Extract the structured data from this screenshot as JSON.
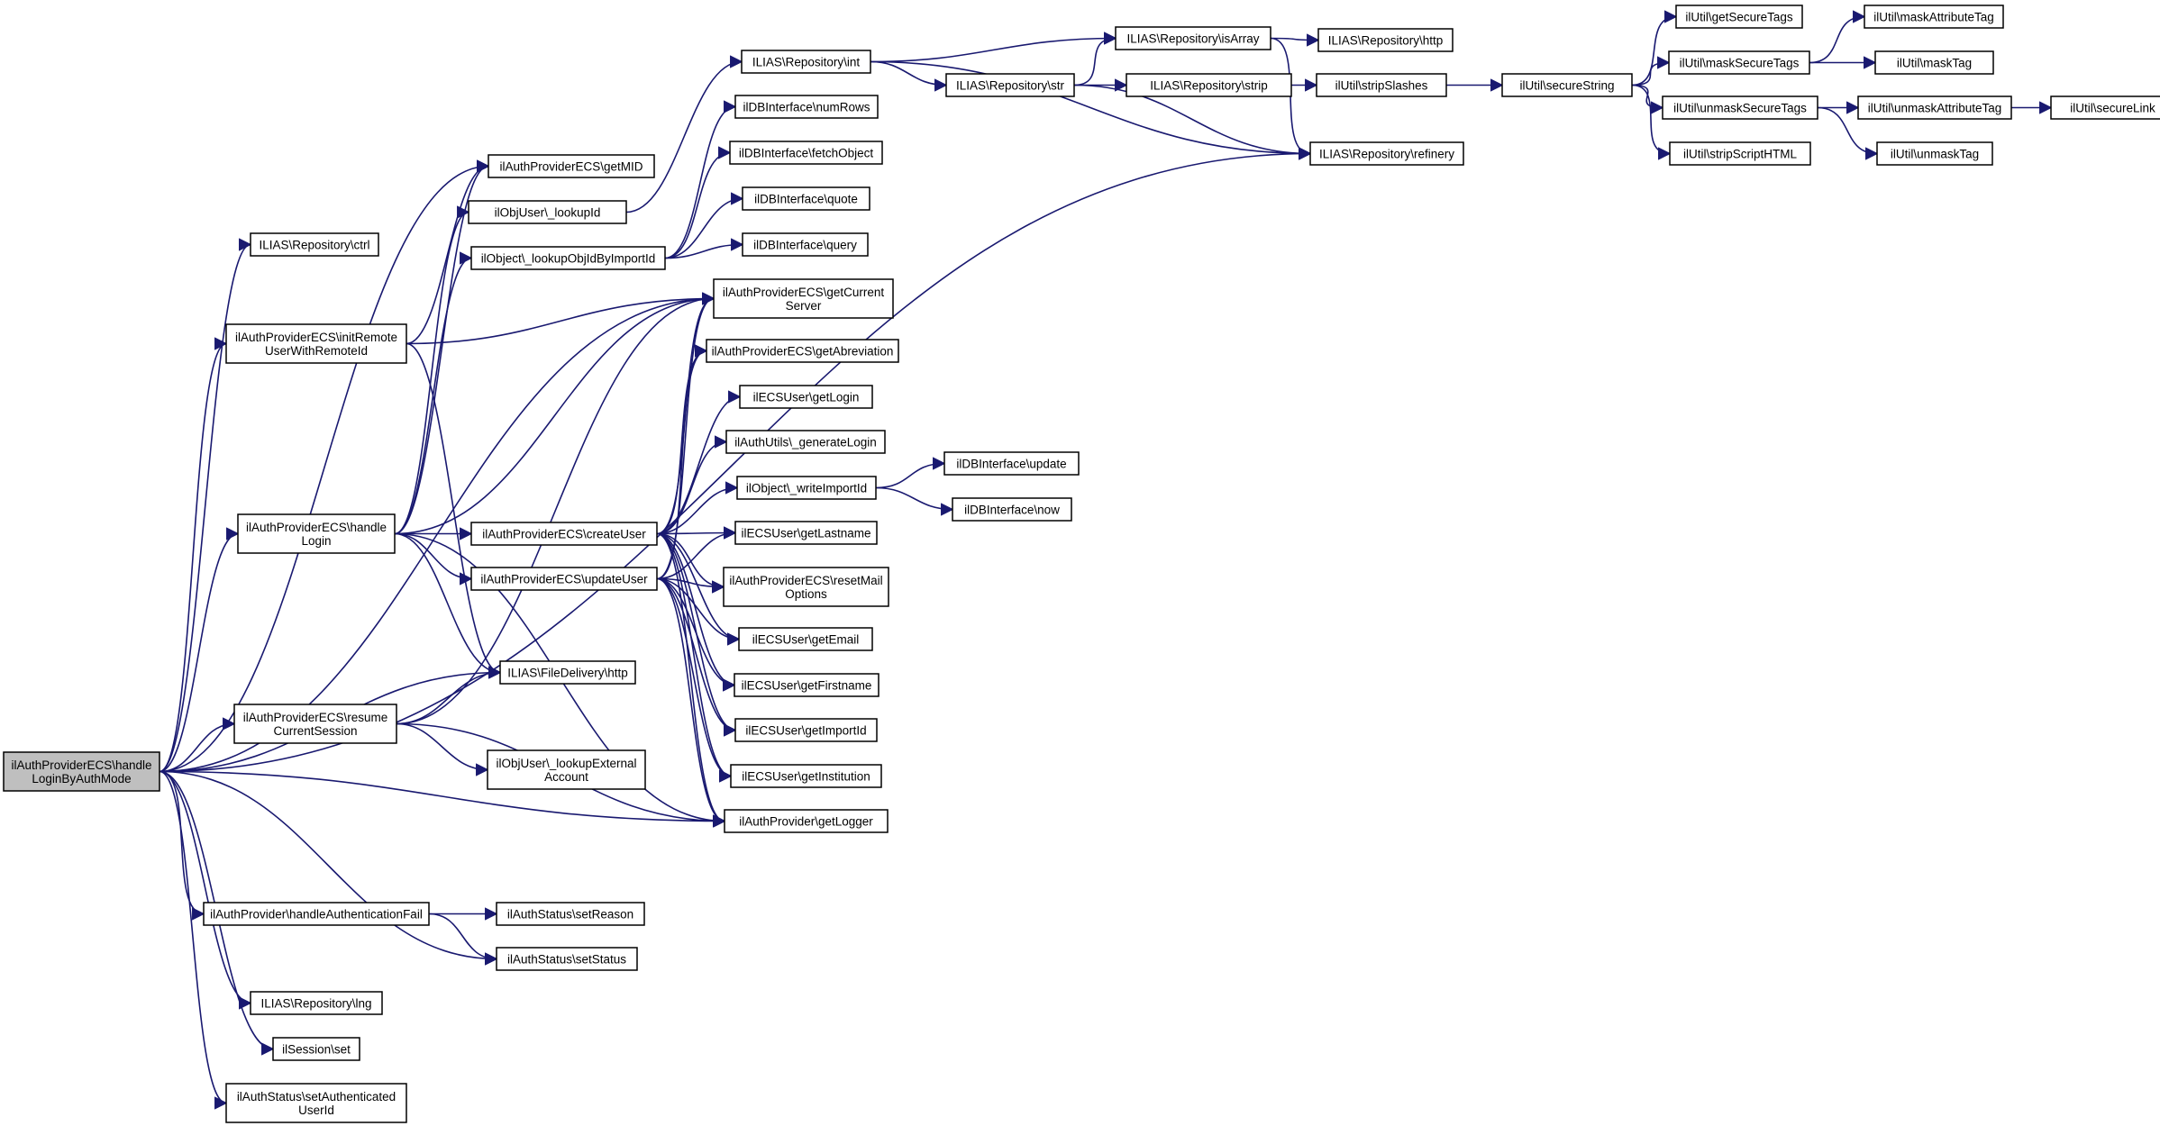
{
  "graph": {
    "root": "n_root",
    "colors": {
      "edge": "#191970",
      "node_border": "#000000",
      "root_fill": "#bfbfbf",
      "node_fill": "#ffffff"
    },
    "nodes": [
      {
        "id": "n_root",
        "lines": [
          "ilAuthProviderECS\\handle",
          "LoginByAuthMode"
        ]
      },
      {
        "id": "n_ctrl",
        "lines": [
          "ILIAS\\Repository\\ctrl"
        ]
      },
      {
        "id": "n_initRemote",
        "lines": [
          "ilAuthProviderECS\\initRemote",
          "UserWithRemoteId"
        ]
      },
      {
        "id": "n_handleLogin",
        "lines": [
          "ilAuthProviderECS\\handle",
          "Login"
        ]
      },
      {
        "id": "n_resume",
        "lines": [
          "ilAuthProviderECS\\resume",
          "CurrentSession"
        ]
      },
      {
        "id": "n_handleFail",
        "lines": [
          "ilAuthProvider\\handleAuthenticationFail"
        ]
      },
      {
        "id": "n_lng",
        "lines": [
          "ILIAS\\Repository\\lng"
        ]
      },
      {
        "id": "n_sessionSet",
        "lines": [
          "ilSession\\set"
        ]
      },
      {
        "id": "n_setAuthUserId",
        "lines": [
          "ilAuthStatus\\setAuthenticated",
          "UserId"
        ]
      },
      {
        "id": "n_getMID",
        "lines": [
          "ilAuthProviderECS\\getMID"
        ]
      },
      {
        "id": "n_lookupId",
        "lines": [
          "ilObjUser\\_lookupId"
        ]
      },
      {
        "id": "n_lookupObjId",
        "lines": [
          "ilObject\\_lookupObjIdByImportId"
        ]
      },
      {
        "id": "n_createUser",
        "lines": [
          "ilAuthProviderECS\\createUser"
        ]
      },
      {
        "id": "n_updateUser",
        "lines": [
          "ilAuthProviderECS\\updateUser"
        ]
      },
      {
        "id": "n_fileHttp",
        "lines": [
          "ILIAS\\FileDelivery\\http"
        ]
      },
      {
        "id": "n_lookupExt",
        "lines": [
          "ilObjUser\\_lookupExternal",
          "Account"
        ]
      },
      {
        "id": "n_setReason",
        "lines": [
          "ilAuthStatus\\setReason"
        ]
      },
      {
        "id": "n_setStatus",
        "lines": [
          "ilAuthStatus\\setStatus"
        ]
      },
      {
        "id": "n_repInt",
        "lines": [
          "ILIAS\\Repository\\int"
        ]
      },
      {
        "id": "n_numRows",
        "lines": [
          "ilDBInterface\\numRows"
        ]
      },
      {
        "id": "n_fetchObject",
        "lines": [
          "ilDBInterface\\fetchObject"
        ]
      },
      {
        "id": "n_quote",
        "lines": [
          "ilDBInterface\\quote"
        ]
      },
      {
        "id": "n_query",
        "lines": [
          "ilDBInterface\\query"
        ]
      },
      {
        "id": "n_getCurServer",
        "lines": [
          "ilAuthProviderECS\\getCurrent",
          "Server"
        ]
      },
      {
        "id": "n_getAbbrev",
        "lines": [
          "ilAuthProviderECS\\getAbreviation"
        ]
      },
      {
        "id": "n_getLogin",
        "lines": [
          "ilECSUser\\getLogin"
        ]
      },
      {
        "id": "n_genLogin",
        "lines": [
          "ilAuthUtils\\_generateLogin"
        ]
      },
      {
        "id": "n_writeImport",
        "lines": [
          "ilObject\\_writeImportId"
        ]
      },
      {
        "id": "n_getLastname",
        "lines": [
          "ilECSUser\\getLastname"
        ]
      },
      {
        "id": "n_resetMail",
        "lines": [
          "ilAuthProviderECS\\resetMail",
          "Options"
        ]
      },
      {
        "id": "n_getEmail",
        "lines": [
          "ilECSUser\\getEmail"
        ]
      },
      {
        "id": "n_getFirstname",
        "lines": [
          "ilECSUser\\getFirstname"
        ]
      },
      {
        "id": "n_getImportId",
        "lines": [
          "ilECSUser\\getImportId"
        ]
      },
      {
        "id": "n_getInstitution",
        "lines": [
          "ilECSUser\\getInstitution"
        ]
      },
      {
        "id": "n_getLogger",
        "lines": [
          "ilAuthProvider\\getLogger"
        ]
      },
      {
        "id": "n_dbUpdate",
        "lines": [
          "ilDBInterface\\update"
        ]
      },
      {
        "id": "n_dbNow",
        "lines": [
          "ilDBInterface\\now"
        ]
      },
      {
        "id": "n_repStr",
        "lines": [
          "ILIAS\\Repository\\str"
        ]
      },
      {
        "id": "n_isArray",
        "lines": [
          "ILIAS\\Repository\\isArray"
        ]
      },
      {
        "id": "n_repStrip",
        "lines": [
          "ILIAS\\Repository\\strip"
        ]
      },
      {
        "id": "n_refinery",
        "lines": [
          "ILIAS\\Repository\\refinery"
        ]
      },
      {
        "id": "n_repHttp",
        "lines": [
          "ILIAS\\Repository\\http"
        ]
      },
      {
        "id": "n_stripSlashes",
        "lines": [
          "ilUtil\\stripSlashes"
        ]
      },
      {
        "id": "n_secureString",
        "lines": [
          "ilUtil\\secureString"
        ]
      },
      {
        "id": "n_getSecureTags",
        "lines": [
          "ilUtil\\getSecureTags"
        ]
      },
      {
        "id": "n_maskSecureTags",
        "lines": [
          "ilUtil\\maskSecureTags"
        ]
      },
      {
        "id": "n_unmaskSecureTags",
        "lines": [
          "ilUtil\\unmaskSecureTags"
        ]
      },
      {
        "id": "n_stripScriptHTML",
        "lines": [
          "ilUtil\\stripScriptHTML"
        ]
      },
      {
        "id": "n_maskAttrTag",
        "lines": [
          "ilUtil\\maskAttributeTag"
        ]
      },
      {
        "id": "n_maskTag",
        "lines": [
          "ilUtil\\maskTag"
        ]
      },
      {
        "id": "n_unmaskAttrTag",
        "lines": [
          "ilUtil\\unmaskAttributeTag"
        ]
      },
      {
        "id": "n_unmaskTag",
        "lines": [
          "ilUtil\\unmaskTag"
        ]
      },
      {
        "id": "n_secureLink",
        "lines": [
          "ilUtil\\secureLink"
        ]
      }
    ],
    "edges": [
      [
        "n_root",
        "n_ctrl"
      ],
      [
        "n_root",
        "n_initRemote"
      ],
      [
        "n_root",
        "n_handleLogin"
      ],
      [
        "n_root",
        "n_resume"
      ],
      [
        "n_root",
        "n_handleFail"
      ],
      [
        "n_root",
        "n_lng"
      ],
      [
        "n_root",
        "n_sessionSet"
      ],
      [
        "n_root",
        "n_setAuthUserId"
      ],
      [
        "n_root",
        "n_getMID"
      ],
      [
        "n_root",
        "n_getCurServer"
      ],
      [
        "n_root",
        "n_fileHttp"
      ],
      [
        "n_root",
        "n_getLogger"
      ],
      [
        "n_root",
        "n_refinery"
      ],
      [
        "n_root",
        "n_setStatus"
      ],
      [
        "n_initRemote",
        "n_getMID"
      ],
      [
        "n_initRemote",
        "n_getCurServer"
      ],
      [
        "n_initRemote",
        "n_fileHttp"
      ],
      [
        "n_handleLogin",
        "n_getMID"
      ],
      [
        "n_handleLogin",
        "n_lookupId"
      ],
      [
        "n_handleLogin",
        "n_lookupObjId"
      ],
      [
        "n_handleLogin",
        "n_createUser"
      ],
      [
        "n_handleLogin",
        "n_updateUser"
      ],
      [
        "n_handleLogin",
        "n_fileHttp"
      ],
      [
        "n_handleLogin",
        "n_getCurServer"
      ],
      [
        "n_handleLogin",
        "n_getLogger"
      ],
      [
        "n_resume",
        "n_fileHttp"
      ],
      [
        "n_resume",
        "n_lookupExt"
      ],
      [
        "n_resume",
        "n_getCurServer"
      ],
      [
        "n_resume",
        "n_getLogger"
      ],
      [
        "n_handleFail",
        "n_setReason"
      ],
      [
        "n_handleFail",
        "n_setStatus"
      ],
      [
        "n_lookupId",
        "n_repInt"
      ],
      [
        "n_lookupObjId",
        "n_numRows"
      ],
      [
        "n_lookupObjId",
        "n_fetchObject"
      ],
      [
        "n_lookupObjId",
        "n_quote"
      ],
      [
        "n_lookupObjId",
        "n_query"
      ],
      [
        "n_createUser",
        "n_getCurServer"
      ],
      [
        "n_createUser",
        "n_getAbbrev"
      ],
      [
        "n_createUser",
        "n_getLogin"
      ],
      [
        "n_createUser",
        "n_genLogin"
      ],
      [
        "n_createUser",
        "n_writeImport"
      ],
      [
        "n_createUser",
        "n_getLastname"
      ],
      [
        "n_createUser",
        "n_resetMail"
      ],
      [
        "n_createUser",
        "n_getEmail"
      ],
      [
        "n_createUser",
        "n_getFirstname"
      ],
      [
        "n_createUser",
        "n_getImportId"
      ],
      [
        "n_createUser",
        "n_getInstitution"
      ],
      [
        "n_createUser",
        "n_getLogger"
      ],
      [
        "n_updateUser",
        "n_getCurServer"
      ],
      [
        "n_updateUser",
        "n_getAbbrev"
      ],
      [
        "n_updateUser",
        "n_getLastname"
      ],
      [
        "n_updateUser",
        "n_resetMail"
      ],
      [
        "n_updateUser",
        "n_getEmail"
      ],
      [
        "n_updateUser",
        "n_getFirstname"
      ],
      [
        "n_updateUser",
        "n_getImportId"
      ],
      [
        "n_updateUser",
        "n_getInstitution"
      ],
      [
        "n_updateUser",
        "n_getLogger"
      ],
      [
        "n_writeImport",
        "n_dbUpdate"
      ],
      [
        "n_writeImport",
        "n_dbNow"
      ],
      [
        "n_repInt",
        "n_isArray"
      ],
      [
        "n_repInt",
        "n_repStr"
      ],
      [
        "n_repInt",
        "n_refinery"
      ],
      [
        "n_repStr",
        "n_isArray"
      ],
      [
        "n_repStr",
        "n_repStrip"
      ],
      [
        "n_repStr",
        "n_refinery"
      ],
      [
        "n_isArray",
        "n_repHttp"
      ],
      [
        "n_isArray",
        "n_refinery"
      ],
      [
        "n_repStrip",
        "n_stripSlashes"
      ],
      [
        "n_stripSlashes",
        "n_secureString"
      ],
      [
        "n_secureString",
        "n_getSecureTags"
      ],
      [
        "n_secureString",
        "n_maskSecureTags"
      ],
      [
        "n_secureString",
        "n_unmaskSecureTags"
      ],
      [
        "n_secureString",
        "n_stripScriptHTML"
      ],
      [
        "n_maskSecureTags",
        "n_maskAttrTag"
      ],
      [
        "n_maskSecureTags",
        "n_maskTag"
      ],
      [
        "n_unmaskSecureTags",
        "n_unmaskAttrTag"
      ],
      [
        "n_unmaskSecureTags",
        "n_unmaskTag"
      ],
      [
        "n_unmaskAttrTag",
        "n_secureLink"
      ]
    ]
  }
}
